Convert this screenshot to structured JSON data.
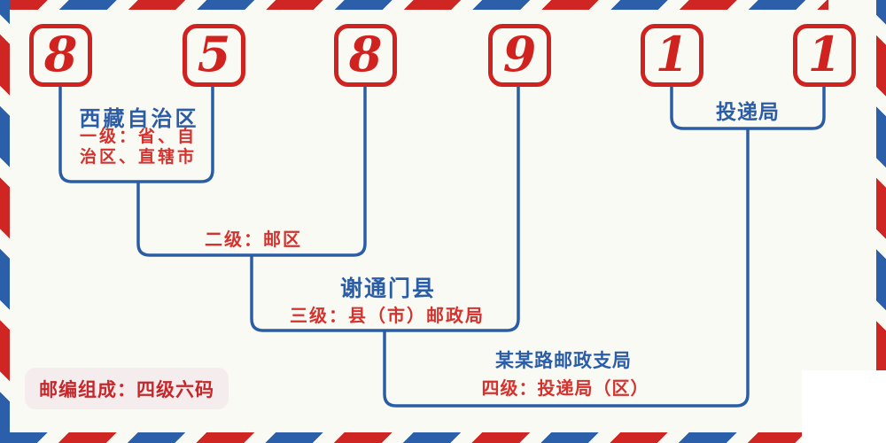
{
  "postal_code": "858911",
  "digits": [
    "8",
    "5",
    "8",
    "9",
    "1",
    "1"
  ],
  "labels": {
    "level1_name": "西藏自治区",
    "level1_desc_line1": "一级：省、自",
    "level1_desc_line2": "治区、直辖市",
    "level2_desc": "二级：邮区",
    "level3_name": "谢通门县",
    "level3_desc": "三级：县（市）邮政局",
    "level4_name": "某某路邮政支局",
    "level4_desc": "四级：投递局（区）",
    "delivery_office": "投递局"
  },
  "badge": {
    "text": "邮编组成：四级六码"
  },
  "colors": {
    "stripe_red": "#d02623",
    "stripe_blue": "#2b5fa9",
    "digit_red": "#d02320",
    "line_blue": "#2b5da6",
    "name_blue": "#2b5da6",
    "desc_red": "#d5322e",
    "badge_background": "#f5ecee",
    "badge_text_red": "#c5272a",
    "page_background": "#fafaf5"
  }
}
